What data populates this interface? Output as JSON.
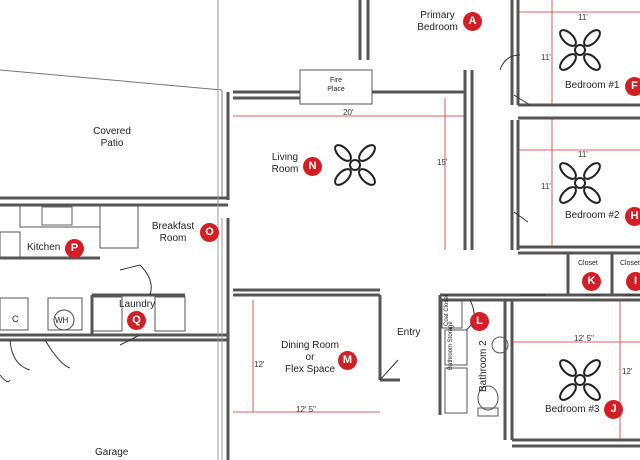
{
  "rooms": {
    "primary_bedroom": {
      "label": "Primary\nBedroom",
      "badge": "A"
    },
    "bedroom1": {
      "label": "Bedroom #1",
      "badge": "F"
    },
    "bedroom2": {
      "label": "Bedroom #2",
      "badge": "H"
    },
    "bedroom3": {
      "label": "Bedroom #3",
      "badge": "J"
    },
    "closet_k": {
      "label": "Closet",
      "badge": "K"
    },
    "closet_i": {
      "label": "Closet",
      "badge": "I"
    },
    "living_room": {
      "label": "Living\nRoom",
      "badge": "N"
    },
    "breakfast_room": {
      "label": "Breakfast\nRoom",
      "badge": "O"
    },
    "kitchen": {
      "label": "Kitchen",
      "badge": "P"
    },
    "laundry": {
      "label": "Laundry",
      "badge": "Q"
    },
    "dining": {
      "label": "Dining Room\nor\nFlex Space",
      "badge": "M"
    },
    "bathroom2": {
      "label": "Bathroom 2",
      "badge": "L"
    },
    "covered_patio": {
      "label": "Covered\nPatio"
    },
    "garage": {
      "label": "Garage"
    },
    "entry": {
      "label": "Entry"
    },
    "fireplace": {
      "label": "Fire\nPlace"
    },
    "coat_closet": {
      "label": "Coat\nCloset"
    },
    "bath_storage": {
      "label": "Bathroom\nStorage"
    }
  },
  "appliances": {
    "c": "C",
    "wh": "WH"
  },
  "dimensions": {
    "living_w": "20'",
    "living_h": "15'",
    "bed1_w": "11'",
    "bed1_h": "11'",
    "bed2_w": "11'",
    "bed2_h": "11'",
    "dining_w": "12' 5\"",
    "dining_h": "12'",
    "bed3_w": "12' 5\"",
    "bed3_h": "12'"
  },
  "colors": {
    "badge": "#d21f25",
    "wall": "#333333",
    "dimension": "#c0392b"
  }
}
